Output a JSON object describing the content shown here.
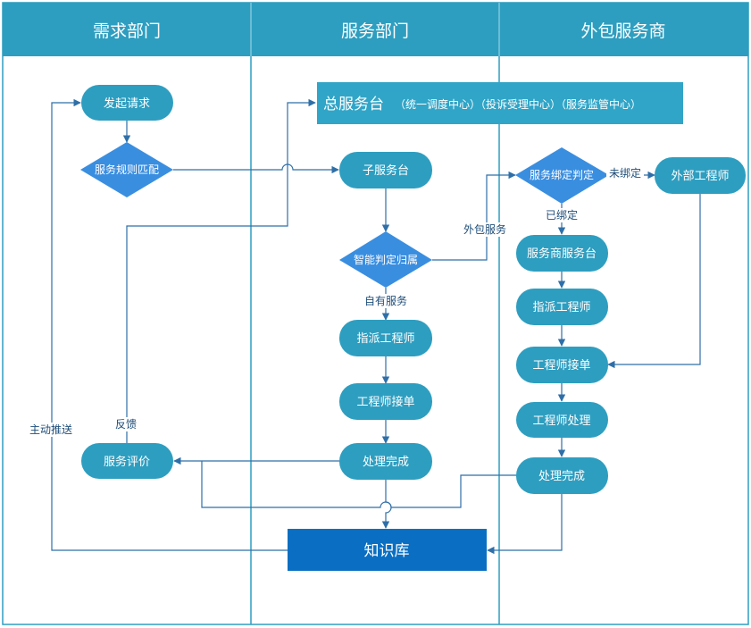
{
  "lanes": [
    "需求部门",
    "服务部门",
    "外包服务商"
  ],
  "nodes": {
    "initiate": "发起请求",
    "rule_match": "服务规则匹配",
    "evaluate": "服务评价",
    "main_desk": "总服务台",
    "main_desk_note": "（统一调度中心）（投诉受理中心）（服务监管中心）",
    "sub_desk": "子服务台",
    "smart_judge": "智能判定归属",
    "dispatch_1": "指派工程师",
    "accept_1": "工程师接单",
    "done_1": "处理完成",
    "binding": "服务绑定判定",
    "ext_engineer": "外部工程师",
    "vendor_desk": "服务商服务台",
    "dispatch_2": "指派工程师",
    "accept_2": "工程师接单",
    "process_2": "工程师处理",
    "done_2": "处理完成",
    "kb": "知识库"
  },
  "labels": {
    "unbound": "未绑定",
    "bound": "已绑定",
    "outsource": "外包服务",
    "own": "自有服务",
    "push": "主动推送",
    "feedback": "反馈"
  },
  "colors": {
    "header": "#2e9ec0",
    "node": "#2e9ec0",
    "banner": "#31a5c7",
    "kb": "#0a6fc2",
    "diamond": "#3a8ee0",
    "line": "#2f6fa8"
  }
}
